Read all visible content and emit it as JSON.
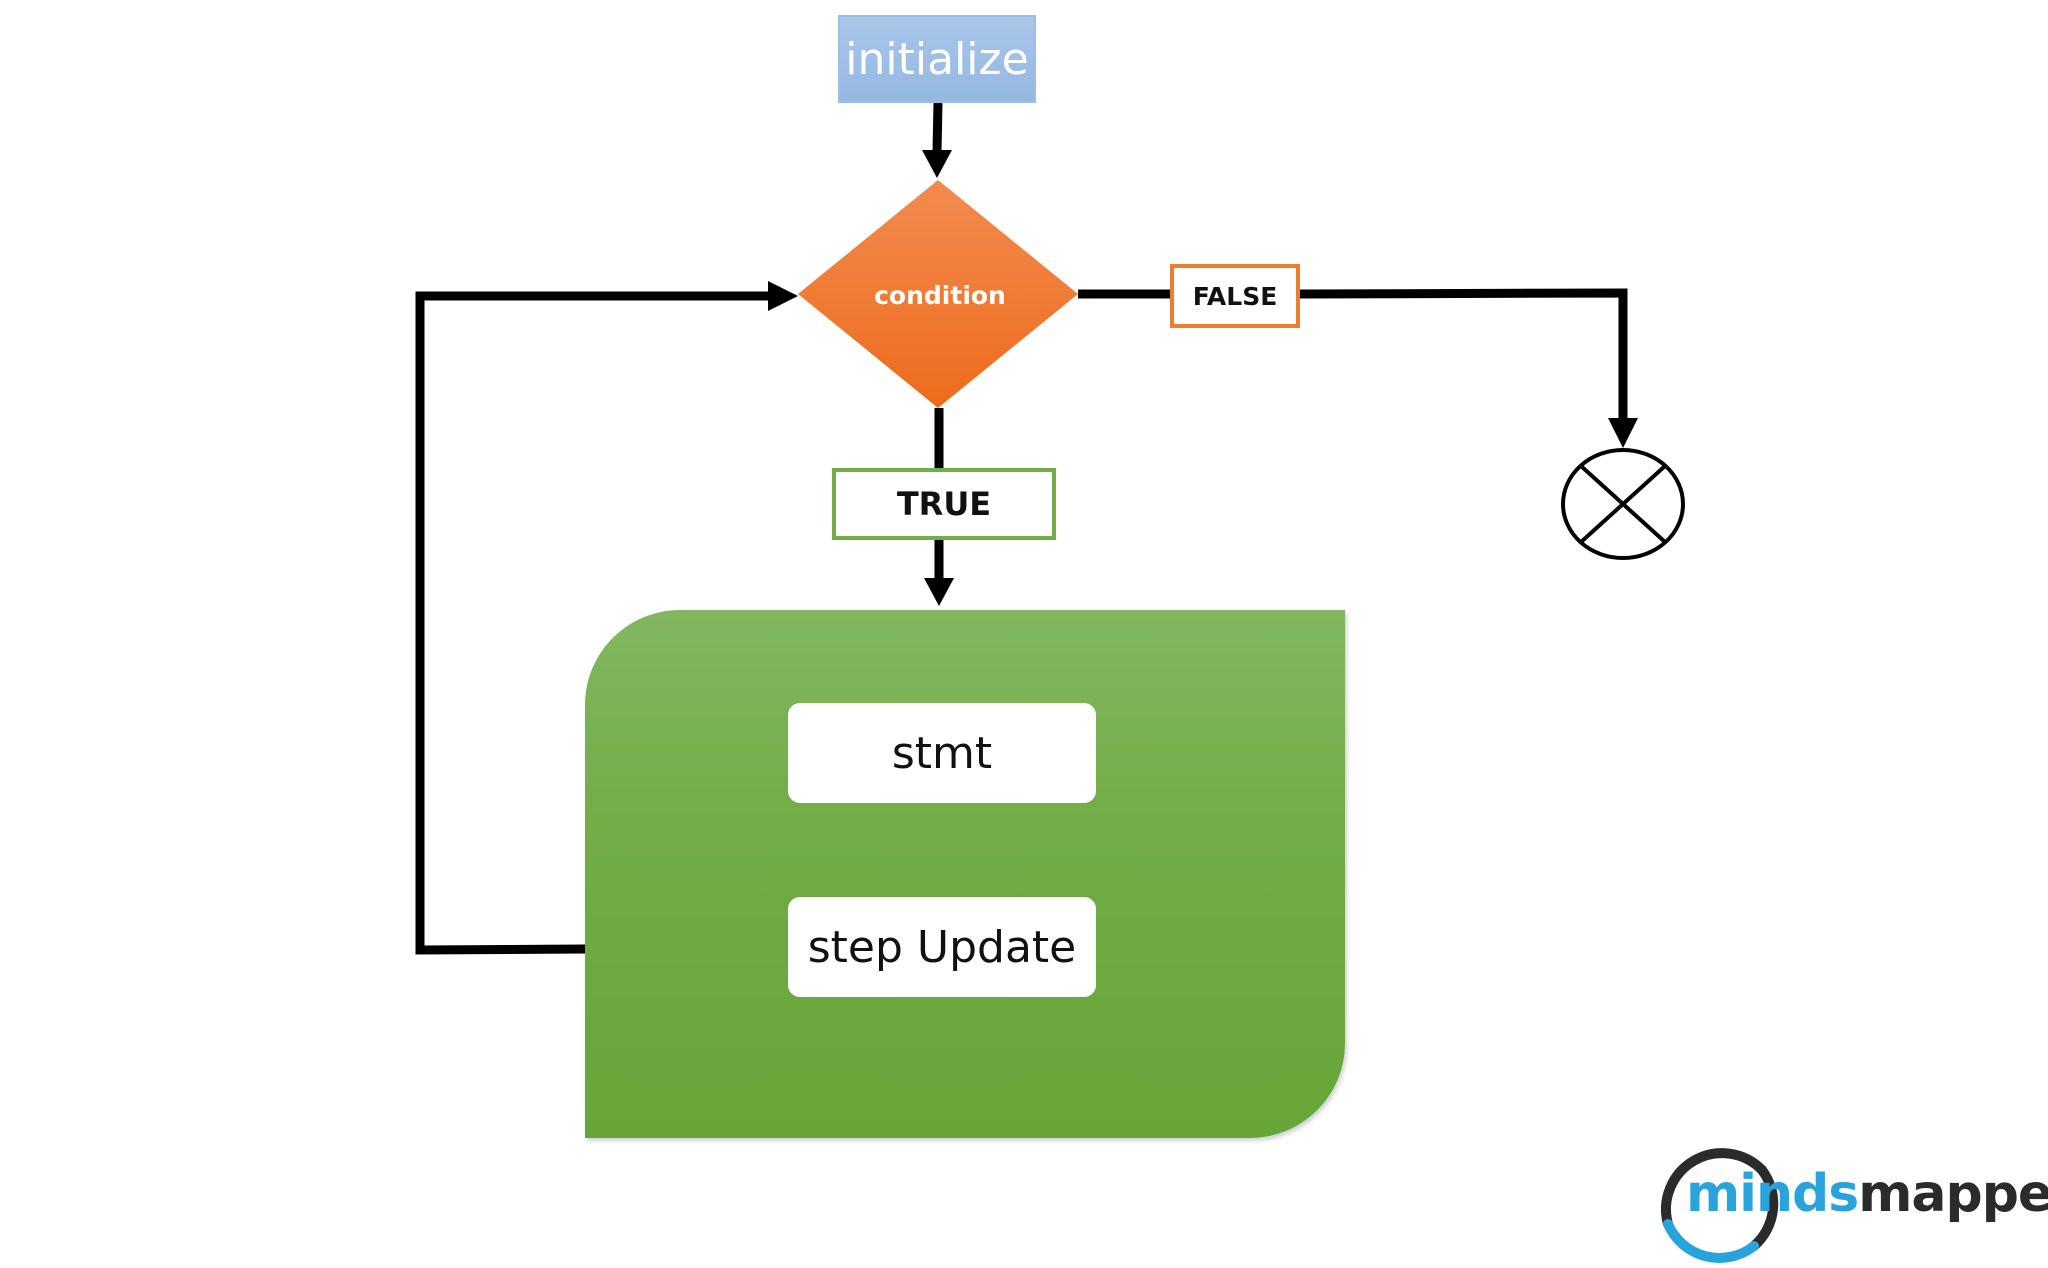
{
  "diagram": {
    "initialize_label": "initialize",
    "condition_label": "condition",
    "false_label": "FALSE",
    "true_label": "TRUE",
    "stmt_label": "stmt",
    "step_label": "step Update",
    "end_symbol": "end-circle-x-icon"
  },
  "logo": {
    "part1": "minds",
    "part2": "mapped",
    "text": "mindsmapped"
  },
  "colors": {
    "initialize_fill": "#a9c6ea",
    "condition_fill": "#ed7d31",
    "false_border": "#ed7d31",
    "true_border": "#70ad47",
    "loop_body_fill": "#70ad47",
    "connector": "#000000",
    "logo_blue": "#29a3dc",
    "logo_dark": "#2b2b2b"
  }
}
